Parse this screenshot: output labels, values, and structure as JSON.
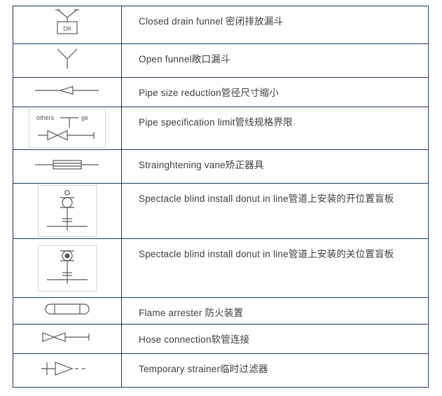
{
  "colors": {
    "table_border": "#1f3864",
    "text": "#3f3f3f",
    "symbol_stroke": "#595959",
    "symbol_box_border": "#d6d6d6"
  },
  "table": {
    "rows": [
      {
        "symbol": "closed-drain-funnel-symbol",
        "label": "Closed drain funnel 密闭排放漏斗",
        "symbol_text": "DR"
      },
      {
        "symbol": "open-funnel-symbol",
        "label": "Open funnel敞口漏斗"
      },
      {
        "symbol": "pipe-size-reduction-symbol",
        "label": "Pipe size reduction管径尺寸缩小"
      },
      {
        "symbol": "pipe-specification-limit-symbol",
        "label": "Pipe specification limit管线规格界限",
        "symbol_text_left": "others",
        "symbol_text_right": "ge"
      },
      {
        "symbol": "straightening-vane-symbol",
        "label": "Strainghtening vane矫正器具"
      },
      {
        "symbol": "spectacle-blind-open-symbol",
        "label": "Spectacle blind install donut in line管道上安装的开位置盲板"
      },
      {
        "symbol": "spectacle-blind-closed-symbol",
        "label": "Spectacle blind install donut in line管道上安装的关位置盲板"
      },
      {
        "symbol": "flame-arrester-symbol",
        "label": "Flame arrester  防火装置"
      },
      {
        "symbol": "hose-connection-symbol",
        "label": "Hose connection软管连接"
      },
      {
        "symbol": "temporary-strainer-symbol",
        "label": "Temporary strainer临时过滤器"
      }
    ]
  }
}
